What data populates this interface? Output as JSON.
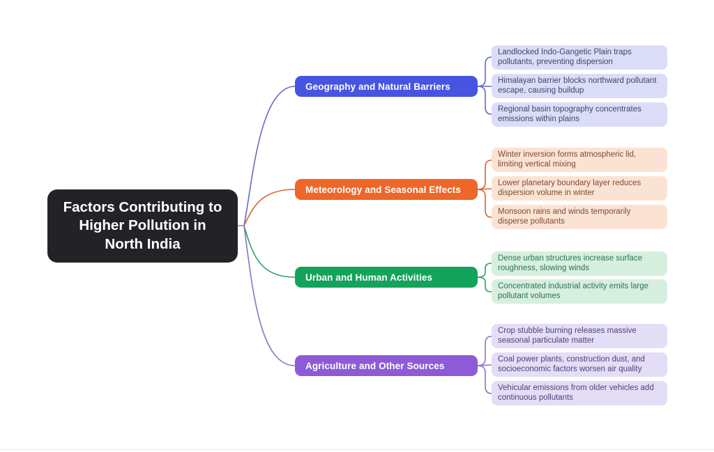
{
  "root": {
    "label": "Factors Contributing to Higher Pollution in North India",
    "bg": "#232327",
    "text_color": "#ffffff"
  },
  "branches": [
    {
      "id": "geography",
      "label": "Geography and Natural Barriers",
      "color": "#4754e0",
      "line_color": "#6569bd",
      "leaf_bg": "#dbddf8",
      "leaf_text_color": "#3f4468",
      "leaves": [
        "Landlocked Indo-Gangetic Plain traps pollutants, preventing dispersion",
        "Himalayan barrier blocks northward pollutant escape, causing buildup",
        "Regional basin topography concentrates emissions within plains"
      ]
    },
    {
      "id": "meteorology",
      "label": "Meteorology and Seasonal Effects",
      "color": "#ee6628",
      "line_color": "#d4662e",
      "leaf_bg": "#fbe3d3",
      "leaf_text_color": "#7e4a34",
      "leaves": [
        "Winter inversion forms atmospheric lid, limiting vertical mixing",
        "Lower planetary boundary layer reduces dispersion volume in winter",
        "Monsoon rains and winds temporarily disperse pollutants"
      ]
    },
    {
      "id": "urban",
      "label": "Urban and Human Activities",
      "color": "#13a35c",
      "line_color": "#27a168",
      "leaf_bg": "#d7efdf",
      "leaf_text_color": "#2b7354",
      "leaves": [
        "Dense urban structures increase surface roughness, slowing winds",
        "Concentrated industrial activity emits large pollutant volumes"
      ]
    },
    {
      "id": "agriculture",
      "label": "Agriculture and Other Sources",
      "color": "#8d5bd8",
      "line_color": "#8f6fc7",
      "leaf_bg": "#e4ddf6",
      "leaf_text_color": "#4f4278",
      "leaves": [
        "Crop stubble burning releases massive seasonal particulate matter",
        "Coal power plants, construction dust, and socioeconomic factors worsen air quality",
        "Vehicular emissions from older vehicles add continuous pollutants"
      ]
    }
  ]
}
